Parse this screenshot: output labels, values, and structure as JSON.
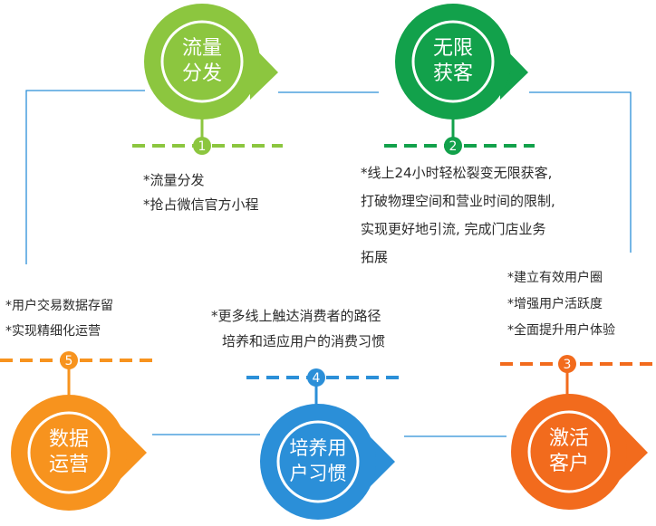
{
  "colors": {
    "green_light": "#8cc63f",
    "green_dark": "#12a14b",
    "blue": "#2b8fd8",
    "orange": "#f7931e",
    "orange_dark": "#f26b1d",
    "connector": "#2b8fd8"
  },
  "steps": [
    {
      "number": "1",
      "title_line1": "流量",
      "title_line2": "分发",
      "bullets": [
        "*流量分发",
        "*抢占微信官方小程"
      ]
    },
    {
      "number": "2",
      "title_line1": "无限",
      "title_line2": "获客",
      "bullets": [
        "*线上24小时轻松裂变无限获客,",
        "打破物理空间和营业时间的限制,",
        "实现更好地引流, 完成门店业务",
        "拓展"
      ]
    },
    {
      "number": "3",
      "title_line1": "激活",
      "title_line2": "客户",
      "bullets": [
        "*建立有效用户圈",
        "*增强用户活跃度",
        "*全面提升用户体验"
      ]
    },
    {
      "number": "4",
      "title_line1": "培养用",
      "title_line2": "户习惯",
      "bullets": [
        "*更多线上触达消费者的路径",
        "培养和适应用户的消费习惯"
      ]
    },
    {
      "number": "5",
      "title_line1": "数据",
      "title_line2": "运营",
      "bullets": [
        "*用户交易数据存留",
        "*实现精细化运营"
      ]
    }
  ]
}
